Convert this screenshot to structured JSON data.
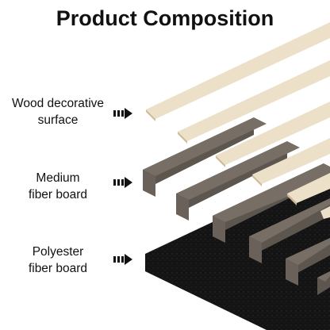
{
  "title": "Product Composition",
  "layers": [
    {
      "line1": "Wood decorative",
      "line2": "surface"
    },
    {
      "line1": "Medium",
      "line2": "fiber board"
    },
    {
      "line1": "Polyester",
      "line2": "fiber board"
    }
  ],
  "colors": {
    "veneer_top": "#ece0c8",
    "veneer_edge": "#cdbb98",
    "mdf_top": "#776e65",
    "mdf_side": "#5d564f",
    "mdf_end": "#6a625a",
    "felt": "#141414",
    "text": "#111111"
  },
  "icons": {
    "arrow": "triple-bar-arrow"
  }
}
